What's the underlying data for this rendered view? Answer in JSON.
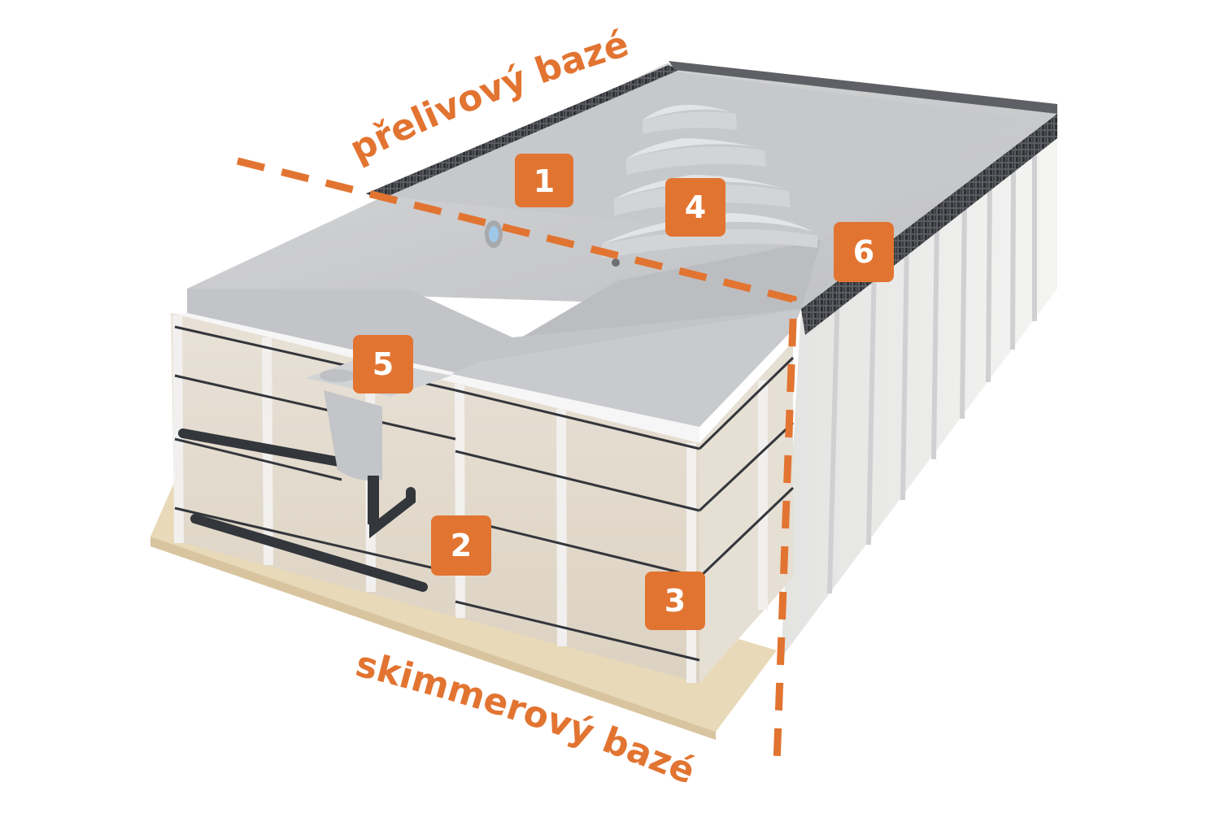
{
  "colors": {
    "accent": "#E27431",
    "badge_text": "#FFFFFF",
    "pool_top": "#C9CACC",
    "panel": "#E4DCD0",
    "rib": "#F1F0EE",
    "pipe": "#33363B",
    "base": "#E8D9B8",
    "grate": "#4A4C50"
  },
  "labels": {
    "overflow_pool": "přelivový bazén",
    "skimmer_pool": "skimmerový bazén"
  },
  "badges": [
    {
      "id": "1",
      "text": "1"
    },
    {
      "id": "2",
      "text": "2"
    },
    {
      "id": "3",
      "text": "3"
    },
    {
      "id": "4",
      "text": "4"
    },
    {
      "id": "5",
      "text": "5"
    },
    {
      "id": "6",
      "text": "6"
    }
  ]
}
